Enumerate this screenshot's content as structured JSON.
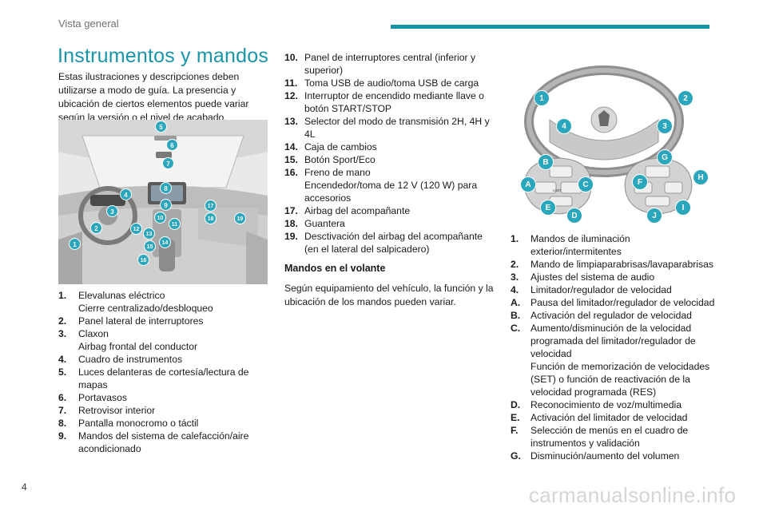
{
  "header": {
    "section": "Vista general"
  },
  "title": "Instrumentos y mandos",
  "intro": "Estas ilustraciones y descripciones deben utilizarse a modo de guía. La presencia y ubicación de ciertos elementos puede variar según la versión o el nivel de acabado.",
  "dashboard_callouts": [
    "1",
    "2",
    "3",
    "4",
    "5",
    "6",
    "7",
    "8",
    "9",
    "10",
    "11",
    "12",
    "13",
    "14",
    "15",
    "16",
    "17",
    "18",
    "19"
  ],
  "wheel_callouts": [
    "1",
    "2",
    "3",
    "4",
    "A",
    "B",
    "C",
    "D",
    "E",
    "F",
    "G",
    "H",
    "I",
    "J"
  ],
  "wheel_button_text": {
    "limit": "LIMIT"
  },
  "list_col1": [
    {
      "num": "1.",
      "lines": [
        "Elevalunas eléctrico",
        "Cierre centralizado/desbloqueo"
      ]
    },
    {
      "num": "2.",
      "lines": [
        "Panel lateral de interruptores"
      ]
    },
    {
      "num": "3.",
      "lines": [
        "Claxon",
        "Airbag frontal del conductor"
      ]
    },
    {
      "num": "4.",
      "lines": [
        "Cuadro de instrumentos"
      ]
    },
    {
      "num": "5.",
      "lines": [
        "Luces delanteras de cortesía/lectura de mapas"
      ]
    },
    {
      "num": "6.",
      "lines": [
        "Portavasos"
      ]
    },
    {
      "num": "7.",
      "lines": [
        "Retrovisor interior"
      ]
    },
    {
      "num": "8.",
      "lines": [
        "Pantalla monocromo o táctil"
      ]
    },
    {
      "num": "9.",
      "lines": [
        "Mandos del sistema de calefacción/aire acondicionado"
      ]
    }
  ],
  "list_col2": [
    {
      "num": "10.",
      "lines": [
        "Panel de interruptores central (inferior y superior)"
      ]
    },
    {
      "num": "11.",
      "lines": [
        "Toma USB de audio/toma USB de carga"
      ]
    },
    {
      "num": "12.",
      "lines": [
        "Interruptor de encendido mediante llave o botón START/STOP"
      ]
    },
    {
      "num": "13.",
      "lines": [
        "Selector del modo de transmisión 2H, 4H y 4L"
      ]
    },
    {
      "num": "14.",
      "lines": [
        "Caja de cambios"
      ]
    },
    {
      "num": "15.",
      "lines": [
        "Botón Sport/Eco"
      ]
    },
    {
      "num": "16.",
      "lines": [
        "Freno de mano",
        "Encendedor/toma de 12 V (120 W) para accesorios"
      ]
    },
    {
      "num": "17.",
      "lines": [
        "Airbag del acompañante"
      ]
    },
    {
      "num": "18.",
      "lines": [
        "Guantera"
      ]
    },
    {
      "num": "19.",
      "lines": [
        "Desctivación del airbag del acompañante (en el lateral del salpicadero)"
      ]
    }
  ],
  "section_title": "Mandos en el volante",
  "section_text": "Según equipamiento del vehículo, la función y la ubicación de los mandos pueden variar.",
  "list_col3": [
    {
      "num": "1.",
      "lines": [
        "Mandos de iluminación exterior/intermitentes"
      ]
    },
    {
      "num": "2.",
      "lines": [
        "Mando de limpiaparabrisas/lavaparabrisas"
      ]
    },
    {
      "num": "3.",
      "lines": [
        "Ajustes del sistema de audio"
      ]
    },
    {
      "num": "4.",
      "lines": [
        "Limitador/regulador de velocidad"
      ]
    },
    {
      "num": "A.",
      "lines": [
        "Pausa del limitador/regulador de velocidad"
      ]
    },
    {
      "num": "B.",
      "lines": [
        "Activación del regulador de velocidad"
      ]
    },
    {
      "num": "C.",
      "lines": [
        "Aumento/disminución de la velocidad programada del limitador/regulador de velocidad",
        "Función de memorización de velocidades (SET) o función de reactivación de la velocidad programada (RES)"
      ]
    },
    {
      "num": "D.",
      "lines": [
        "Reconocimiento de voz/multimedia"
      ]
    },
    {
      "num": "E.",
      "lines": [
        "Activación del limitador de velocidad"
      ]
    },
    {
      "num": "F.",
      "lines": [
        "Selección de menús en el cuadro de instrumentos y validación"
      ]
    },
    {
      "num": "G.",
      "lines": [
        "Disminución/aumento del volumen"
      ]
    }
  ],
  "page_number": "4",
  "watermark": "carmanualsonline.info",
  "colors": {
    "accent": "#1795aa",
    "callout": "#2aa6bd"
  }
}
